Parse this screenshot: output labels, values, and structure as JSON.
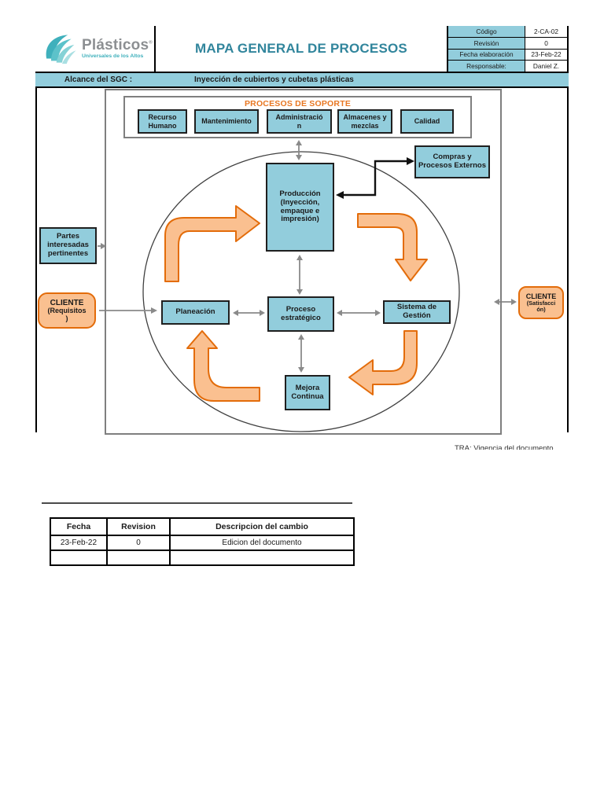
{
  "colors": {
    "box_blue": "#92CDDC",
    "orange_fill": "#FAC090",
    "orange_border": "#E36C0A",
    "title_teal": "#31859C",
    "support_title_orange": "#E87722",
    "arrow_gray": "#8A8A8A"
  },
  "header": {
    "logo": {
      "brand": "Plásticos",
      "registered_mark": "®",
      "tagline": "Universales de los Altos"
    },
    "title": "MAPA GENERAL DE PROCESOS",
    "meta_rows": [
      {
        "label": "Código",
        "value": "2-CA-02"
      },
      {
        "label": "Revisión",
        "value": "0"
      },
      {
        "label": "Fecha elaboración",
        "value": "23-Feb-22"
      },
      {
        "label": "Responsable:",
        "value": "Daniel Z."
      }
    ]
  },
  "scope_bar": {
    "label": "Alcance del SGC :",
    "value": "Inyección de cubiertos y cubetas plásticas"
  },
  "diagram": {
    "support_title": "PROCESOS DE SOPORTE",
    "support_boxes": [
      "Recurso\nHumano",
      "Mantenimiento",
      "Administració\nn",
      "Almacenes y\nmezclas",
      "Calidad"
    ],
    "nodes": {
      "produccion": "Producción\n(Inyección,\nempaque e\nimpresión)",
      "compras": "Compras y\nProcesos Externos",
      "planeacion": "Planeación",
      "proceso_estrategico": "Proceso\nestratégico",
      "sistema_gestion": "Sistema de\nGestión",
      "mejora_continua": "Mejora\nContinua",
      "partes_interesadas": "Partes\ninteresadas\npertinentes"
    },
    "external": {
      "cliente_requisitos": {
        "title": "CLIENTE",
        "sub": "(Requisitos\n)"
      },
      "cliente_satisfaccion": {
        "title": "CLIENTE",
        "sub": "(Satisfacci\nón)"
      }
    }
  },
  "footer_note": "TRA: Vigencia del documento",
  "revision_table": {
    "headers": [
      "Fecha",
      "Revision",
      "Descripcion del cambio"
    ],
    "rows": [
      [
        "23-Feb-22",
        "0",
        "Edicion del documento"
      ],
      [
        "",
        "",
        ""
      ]
    ]
  }
}
